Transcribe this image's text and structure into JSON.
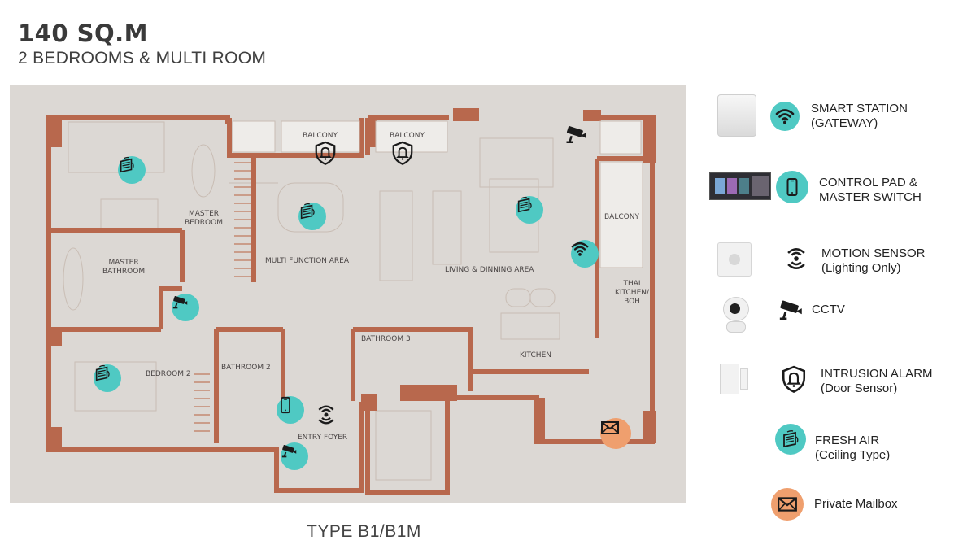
{
  "header": {
    "area": "140 SQ.M",
    "layout": "2 BEDROOMS & MULTI ROOM"
  },
  "plan": {
    "type_label": "TYPE B1/B1M",
    "rooms": {
      "balcony_1": "BALCONY",
      "balcony_2": "BALCONY",
      "balcony_3": "BALCONY",
      "master_bedroom": "MASTER\nBEDROOM",
      "master_bathroom": "MASTER\nBATHROOM",
      "multi_function": "MULTI FUNCTION AREA",
      "living": "LIVING & DINNING AREA",
      "thai_kitchen": "THAI\nKITCHEN/\nBOH",
      "bedroom_2": "BEDROOM 2",
      "bathroom_2": "BATHROOM 2",
      "bathroom_3": "BATHROOM 3",
      "kitchen": "KITCHEN",
      "entry_foyer": "ENTRY FOYER"
    }
  },
  "legend": {
    "smart_station": "SMART STATION\n(GATEWAY)",
    "control_pad": "CONTROL PAD &\nMASTER SWITCH",
    "motion_sensor": "MOTION SENSOR\n(Lighting Only)",
    "cctv": "CCTV",
    "intrusion_alarm": "INTRUSION ALARM\n(Door Sensor)",
    "fresh_air": "FRESH AIR\n(Ceiling Type)",
    "mailbox": "Private Mailbox"
  },
  "icons": {
    "smart_station": "wifi-icon",
    "control_pad": "phone-icon",
    "motion_sensor": "motion-icon",
    "cctv": "cctv-icon",
    "intrusion_alarm": "bell-shield-icon",
    "fresh_air": "fresh-air-icon",
    "mailbox": "envelope-icon"
  },
  "colors": {
    "accent": "#4fc9c3",
    "mailbox": "#ef9f6e",
    "wall": "#b8684d",
    "plan_bg": "#dcd8d4"
  }
}
